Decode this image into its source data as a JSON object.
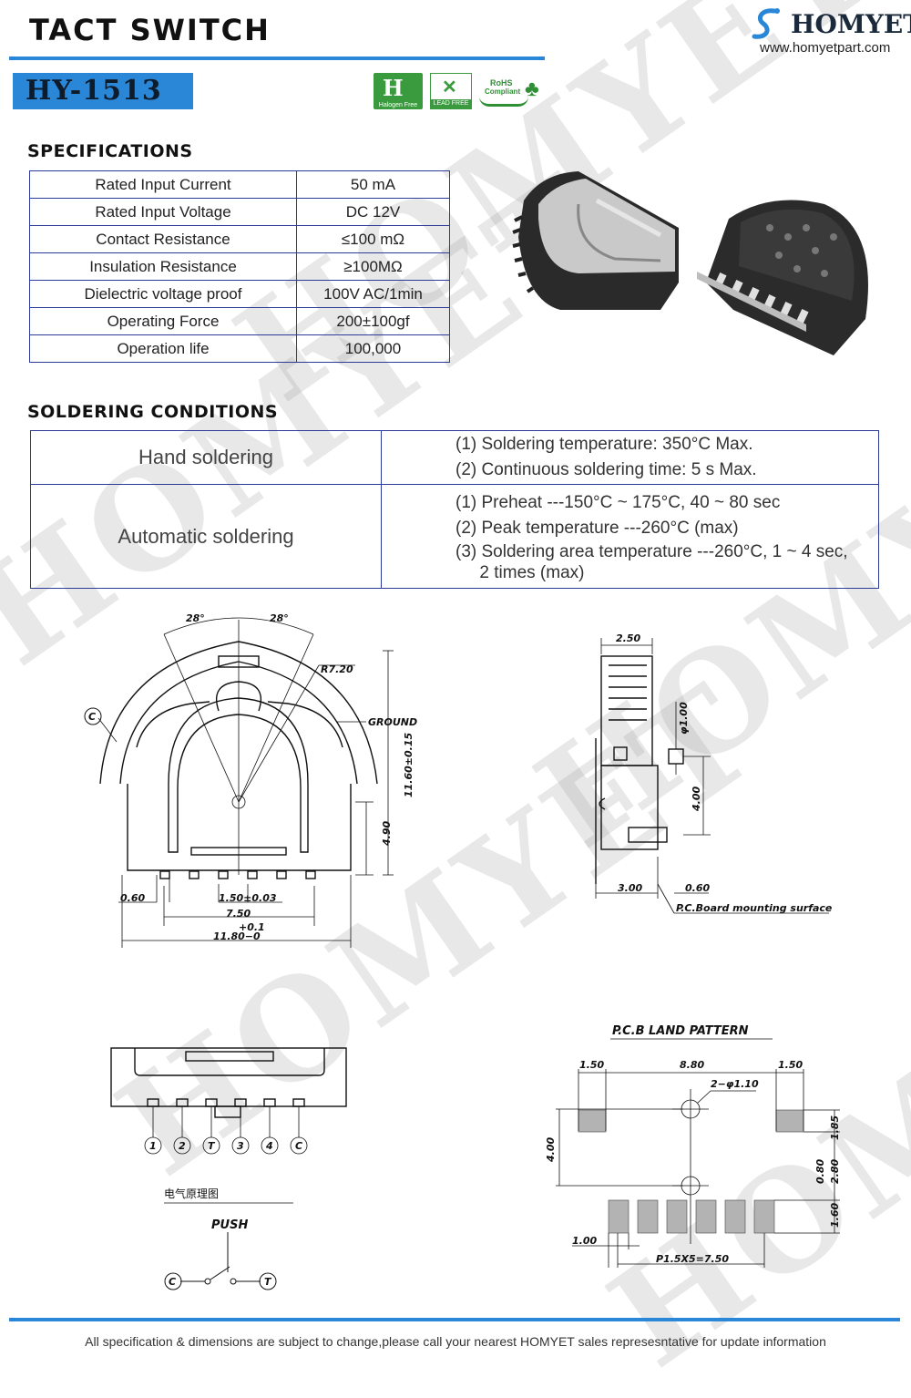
{
  "header": {
    "title": "TACT SWITCH",
    "model": "HY-1513",
    "brand": "HOMYET",
    "url": "www.homyetpart.com",
    "cert_halogen": "Halogen Free",
    "cert_lead": "LEAD FREE",
    "cert_rohs_1": "RoHS",
    "cert_rohs_2": "Compliant"
  },
  "watermark": "HOMYET",
  "specifications": {
    "heading": "SPECIFICATIONS",
    "rows": [
      {
        "label": "Rated Input Current",
        "value": "50 mA"
      },
      {
        "label": "Rated Input Voltage",
        "value": "DC 12V"
      },
      {
        "label": "Contact Resistance",
        "value": "≤100 mΩ"
      },
      {
        "label": "Insulation Resistance",
        "value": "≥100MΩ"
      },
      {
        "label": "Dielectric voltage proof",
        "value": "100V AC/1min"
      },
      {
        "label": "Operating Force",
        "value": "200±100gf"
      },
      {
        "label": "Operation life",
        "value": "100,000"
      }
    ]
  },
  "soldering": {
    "heading": "SOLDERING  CONDITIONS",
    "hand_label": "Hand soldering",
    "hand_lines": [
      "(1) Soldering temperature: 350°C Max.",
      "(2) Continuous soldering time: 5 s Max."
    ],
    "auto_label": "Automatic soldering",
    "auto_lines": [
      "(1) Preheat ---150°C ~ 175°C, 40 ~ 80 sec",
      "(2) Peak temperature ---260°C (max)",
      "(3) Soldering area temperature ---260°C, 1 ~ 4 sec,",
      "     2 times (max)"
    ]
  },
  "front_drawing": {
    "angle_left": "28°",
    "angle_right": "28°",
    "radius": "R7.20",
    "ground": "GROUND",
    "c_mark": "C",
    "height": "11.60±0.15",
    "dim_490": "4.90",
    "dim_060": "0.60",
    "pitch": "1.50±0.03",
    "dim_750": "7.50",
    "tol_top": "+0.1",
    "width": "11.80−0"
  },
  "side_drawing": {
    "dim_250": "2.50",
    "dim_phi100": "φ1.00",
    "dim_400": "4.00",
    "dim_300": "3.00",
    "dim_060": "0.60",
    "pcb_note": "P.C.Board  mounting  surface"
  },
  "terminal_drawing": {
    "pins": [
      "1",
      "2",
      "T",
      "3",
      "4",
      "C"
    ],
    "schematic_title": "电气原理图",
    "push": "PUSH",
    "c": "C",
    "t": "T"
  },
  "land_pattern": {
    "title": "P.C.B  LAND  PATTERN",
    "dim_150_l": "1.50",
    "dim_880": "8.80",
    "dim_150_r": "1.50",
    "holes": "2−φ1.10",
    "dim_400": "4.00",
    "dim_185": "1.85",
    "dim_080": "0.80",
    "dim_280": "2.80",
    "dim_160": "1.60",
    "dim_100": "1.00",
    "pitch": "P1.5X5=7.50"
  },
  "footer": "All specification & dimensions are subject to change,please call your nearest HOMYET sales represesntative for update information"
}
